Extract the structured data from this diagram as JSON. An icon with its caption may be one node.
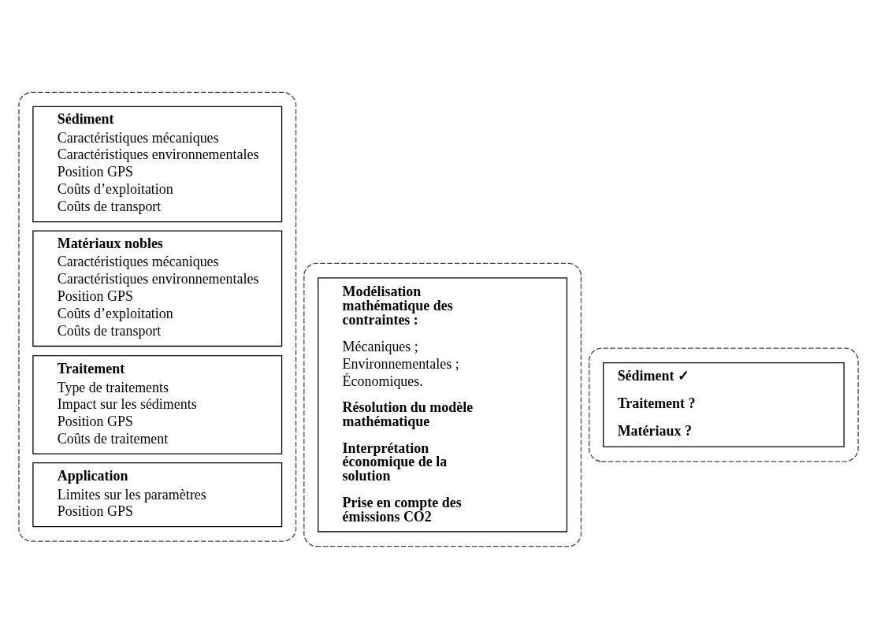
{
  "diagram": {
    "nodes": [
      {
        "text": [],
        "shape": "box"
      },
      {
        "text": [
          "Sédiment",
          "Caractéristiques mécaniques",
          "Caractéristiques environnementales",
          "Position GPS",
          "Coûts d’exploitation",
          "Coûts de transport"
        ],
        "in": 0
      },
      {
        "text": [
          "Matériaux nobles",
          "Caractéristiques mécaniques",
          "Caractéristiques environnementales",
          "Position GPS",
          "Coûts d’exploitation",
          "Coûts de transport"
        ],
        "in": 0
      },
      {
        "text": [
          "Traitement",
          "Type de traitements",
          "Impact sur les sédiments",
          "Position GPS",
          "Coûts de traitement"
        ],
        "in": 0
      },
      {
        "text": [
          "Application",
          "Limites sur les paramètres",
          "Position GPS"
        ],
        "in": 0
      },
      {
        "text": [],
        "shape": "box"
      },
      {
        "text": [
          "Modélisation mathématique des contraintes :",
          "Mécaniques ;",
          "Environnementales ;",
          "Économiques.",
          "Résolution du modèle mathématique",
          "Interprétation économique de la solution",
          "Prise en compte des émissions CO2"
        ],
        "in": 5
      },
      {
        "text": [],
        "shape": "box"
      },
      {
        "text": [
          "Sédiment ✓",
          "Traitement ?",
          "Matériaux ?"
        ],
        "in": 7
      }
    ]
  }
}
